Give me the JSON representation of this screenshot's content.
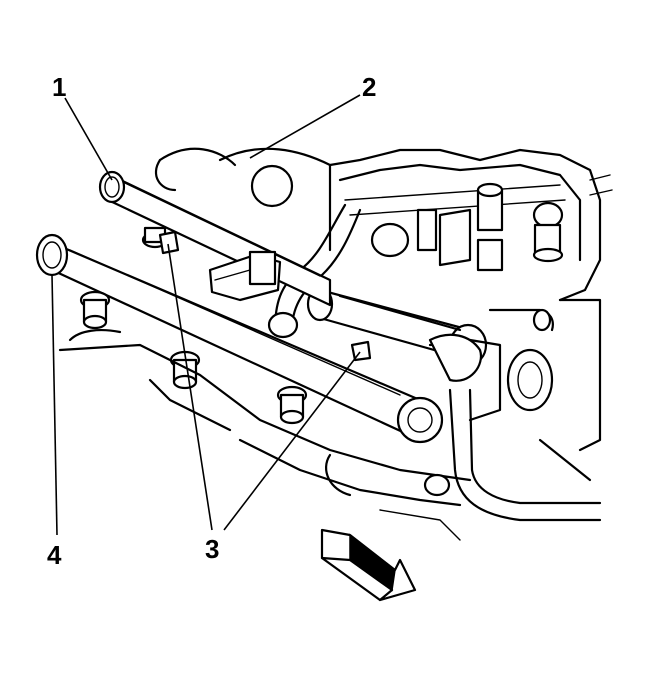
{
  "diagram": {
    "callouts": [
      {
        "id": "1",
        "label": "1"
      },
      {
        "id": "2",
        "label": "2"
      },
      {
        "id": "3",
        "label": "3"
      },
      {
        "id": "4",
        "label": "4"
      }
    ],
    "direction_arrow": "front-arrow-icon"
  }
}
